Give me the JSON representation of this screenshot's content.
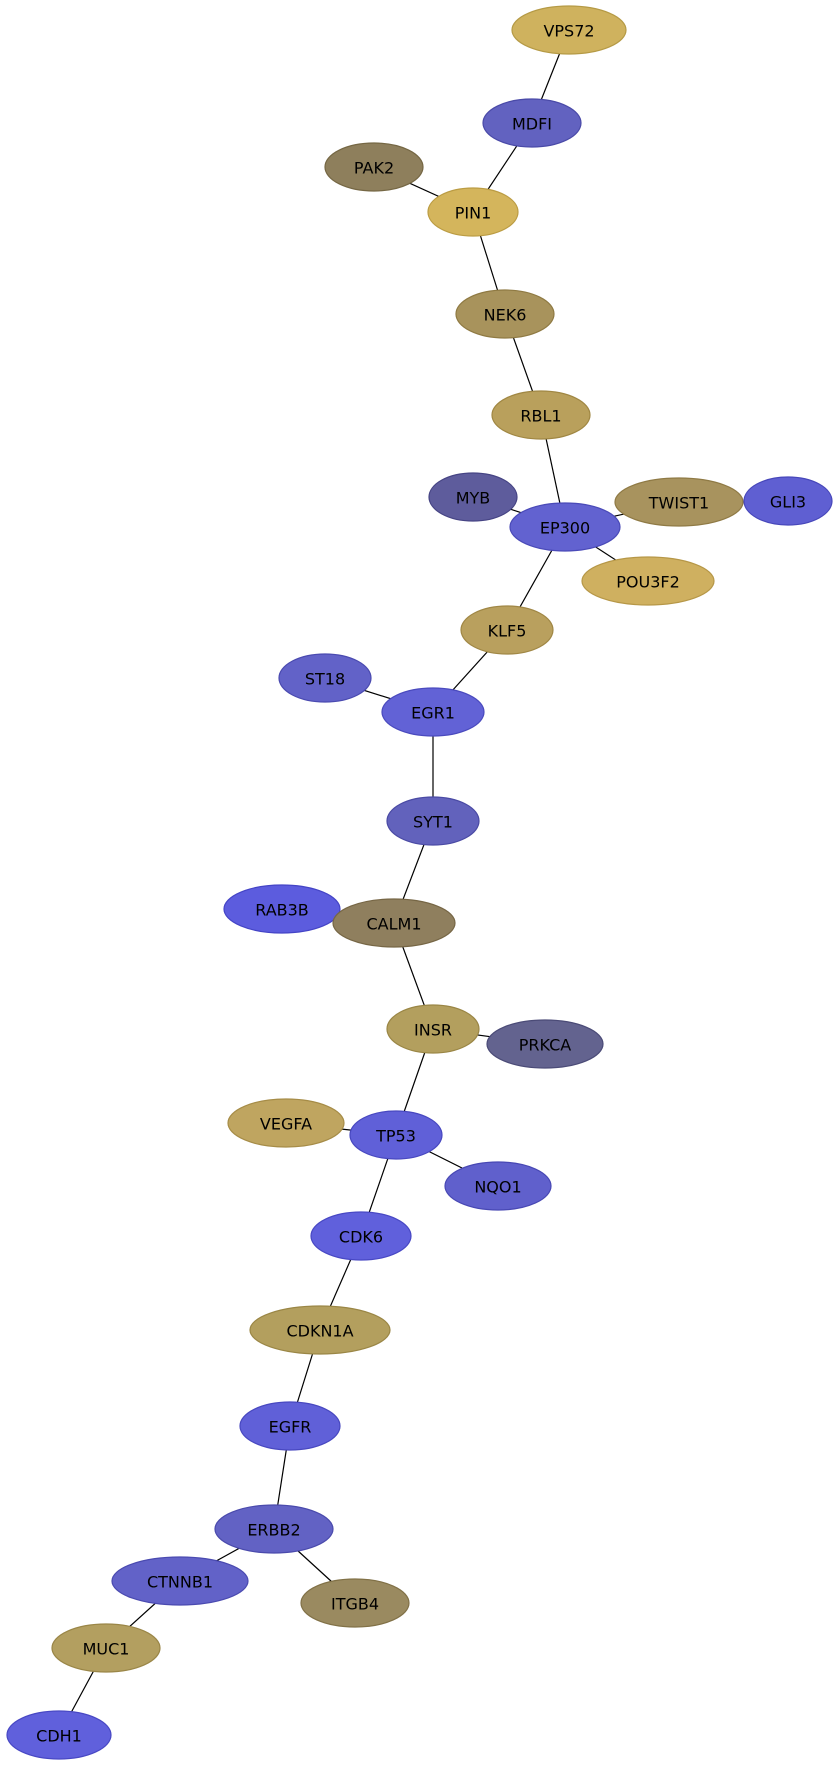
{
  "network": {
    "nodes": [
      {
        "id": "VPS72",
        "label": "VPS72",
        "fill": "#cfb25e",
        "stroke": "#b59a45"
      },
      {
        "id": "MDFI",
        "label": "MDFI",
        "fill": "#6262c0",
        "stroke": "#4a4aa8"
      },
      {
        "id": "PAK2",
        "label": "PAK2",
        "fill": "#8e7f5c",
        "stroke": "#756744"
      },
      {
        "id": "PIN1",
        "label": "PIN1",
        "fill": "#d4b55c",
        "stroke": "#bb9c43"
      },
      {
        "id": "NEK6",
        "label": "NEK6",
        "fill": "#a8935c",
        "stroke": "#8f7a43"
      },
      {
        "id": "RBL1",
        "label": "RBL1",
        "fill": "#b9a05c",
        "stroke": "#a08743"
      },
      {
        "id": "MYB",
        "label": "MYB",
        "fill": "#5e5c9c",
        "stroke": "#464484"
      },
      {
        "id": "EP300",
        "label": "EP300",
        "fill": "#6262d0",
        "stroke": "#4a4ab8"
      },
      {
        "id": "TWIST1",
        "label": "TWIST1",
        "fill": "#a8935e",
        "stroke": "#8f7a45"
      },
      {
        "id": "GLI3",
        "label": "GLI3",
        "fill": "#5f5fd2",
        "stroke": "#4747ba"
      },
      {
        "id": "POU3F2",
        "label": "POU3F2",
        "fill": "#cfb060",
        "stroke": "#b69747"
      },
      {
        "id": "KLF5",
        "label": "KLF5",
        "fill": "#b9a05e",
        "stroke": "#a08745"
      },
      {
        "id": "ST18",
        "label": "ST18",
        "fill": "#6262c8",
        "stroke": "#4a4ab0"
      },
      {
        "id": "EGR1",
        "label": "EGR1",
        "fill": "#6262d6",
        "stroke": "#4a4abe"
      },
      {
        "id": "SYT1",
        "label": "SYT1",
        "fill": "#6262bc",
        "stroke": "#4a4aa4"
      },
      {
        "id": "RAB3B",
        "label": "RAB3B",
        "fill": "#5c5cde",
        "stroke": "#4444c6"
      },
      {
        "id": "CALM1",
        "label": "CALM1",
        "fill": "#8f7f5e",
        "stroke": "#766645"
      },
      {
        "id": "INSR",
        "label": "INSR",
        "fill": "#b39f5e",
        "stroke": "#9a8645"
      },
      {
        "id": "PRKCA",
        "label": "PRKCA",
        "fill": "#63638f",
        "stroke": "#4b4b77"
      },
      {
        "id": "VEGFA",
        "label": "VEGFA",
        "fill": "#bfa560",
        "stroke": "#a68c47"
      },
      {
        "id": "TP53",
        "label": "TP53",
        "fill": "#6060d8",
        "stroke": "#4848c0"
      },
      {
        "id": "NQO1",
        "label": "NQO1",
        "fill": "#6060cc",
        "stroke": "#4848b4"
      },
      {
        "id": "CDK6",
        "label": "CDK6",
        "fill": "#6060dc",
        "stroke": "#4848c4"
      },
      {
        "id": "CDKN1A",
        "label": "CDKN1A",
        "fill": "#b39f5e",
        "stroke": "#9a8645"
      },
      {
        "id": "EGFR",
        "label": "EGFR",
        "fill": "#6060d8",
        "stroke": "#4848c0"
      },
      {
        "id": "ERBB2",
        "label": "ERBB2",
        "fill": "#6262c4",
        "stroke": "#4a4aac"
      },
      {
        "id": "CTNNB1",
        "label": "CTNNB1",
        "fill": "#6262c8",
        "stroke": "#4a4ab0"
      },
      {
        "id": "ITGB4",
        "label": "ITGB4",
        "fill": "#9a8a60",
        "stroke": "#817147"
      },
      {
        "id": "MUC1",
        "label": "MUC1",
        "fill": "#b39f60",
        "stroke": "#9a8647"
      },
      {
        "id": "CDH1",
        "label": "CDH1",
        "fill": "#6060dc",
        "stroke": "#4848c4"
      }
    ],
    "edges": [
      [
        "VPS72",
        "MDFI"
      ],
      [
        "MDFI",
        "PIN1"
      ],
      [
        "PAK2",
        "PIN1"
      ],
      [
        "PIN1",
        "NEK6"
      ],
      [
        "NEK6",
        "RBL1"
      ],
      [
        "RBL1",
        "EP300"
      ],
      [
        "MYB",
        "EP300"
      ],
      [
        "EP300",
        "TWIST1"
      ],
      [
        "EP300",
        "POU3F2"
      ],
      [
        "EP300",
        "KLF5"
      ],
      [
        "KLF5",
        "EGR1"
      ],
      [
        "ST18",
        "EGR1"
      ],
      [
        "EGR1",
        "SYT1"
      ],
      [
        "SYT1",
        "CALM1"
      ],
      [
        "CALM1",
        "INSR"
      ],
      [
        "INSR",
        "PRKCA"
      ],
      [
        "INSR",
        "TP53"
      ],
      [
        "VEGFA",
        "TP53"
      ],
      [
        "TP53",
        "NQO1"
      ],
      [
        "TP53",
        "CDK6"
      ],
      [
        "CDK6",
        "CDKN1A"
      ],
      [
        "CDKN1A",
        "EGFR"
      ],
      [
        "EGFR",
        "ERBB2"
      ],
      [
        "ERBB2",
        "CTNNB1"
      ],
      [
        "ERBB2",
        "ITGB4"
      ],
      [
        "CTNNB1",
        "MUC1"
      ],
      [
        "MUC1",
        "CDH1"
      ]
    ]
  }
}
